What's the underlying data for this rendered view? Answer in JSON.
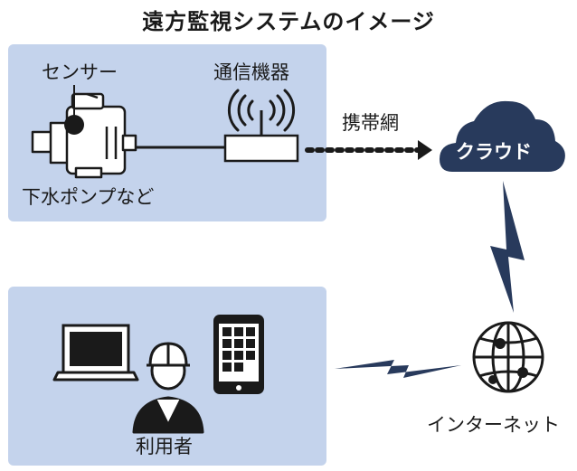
{
  "title": "遠方監視システムのイメージ",
  "labels": {
    "sensor": "センサー",
    "comm_device": "通信機器",
    "pump": "下水ポンプなど",
    "mobile_network": "携帯網",
    "cloud": "クラウド",
    "internet": "インターネット",
    "user": "利用者"
  },
  "colors": {
    "panel": "#c4d3ec",
    "dark": "#1a1a1a",
    "navy": "#283a5c"
  },
  "icons": [
    "pump-icon",
    "sensor-icon",
    "router-icon",
    "cloud-icon",
    "lightning-icon",
    "globe-icon",
    "laptop-icon",
    "worker-icon",
    "smartphone-icon"
  ]
}
